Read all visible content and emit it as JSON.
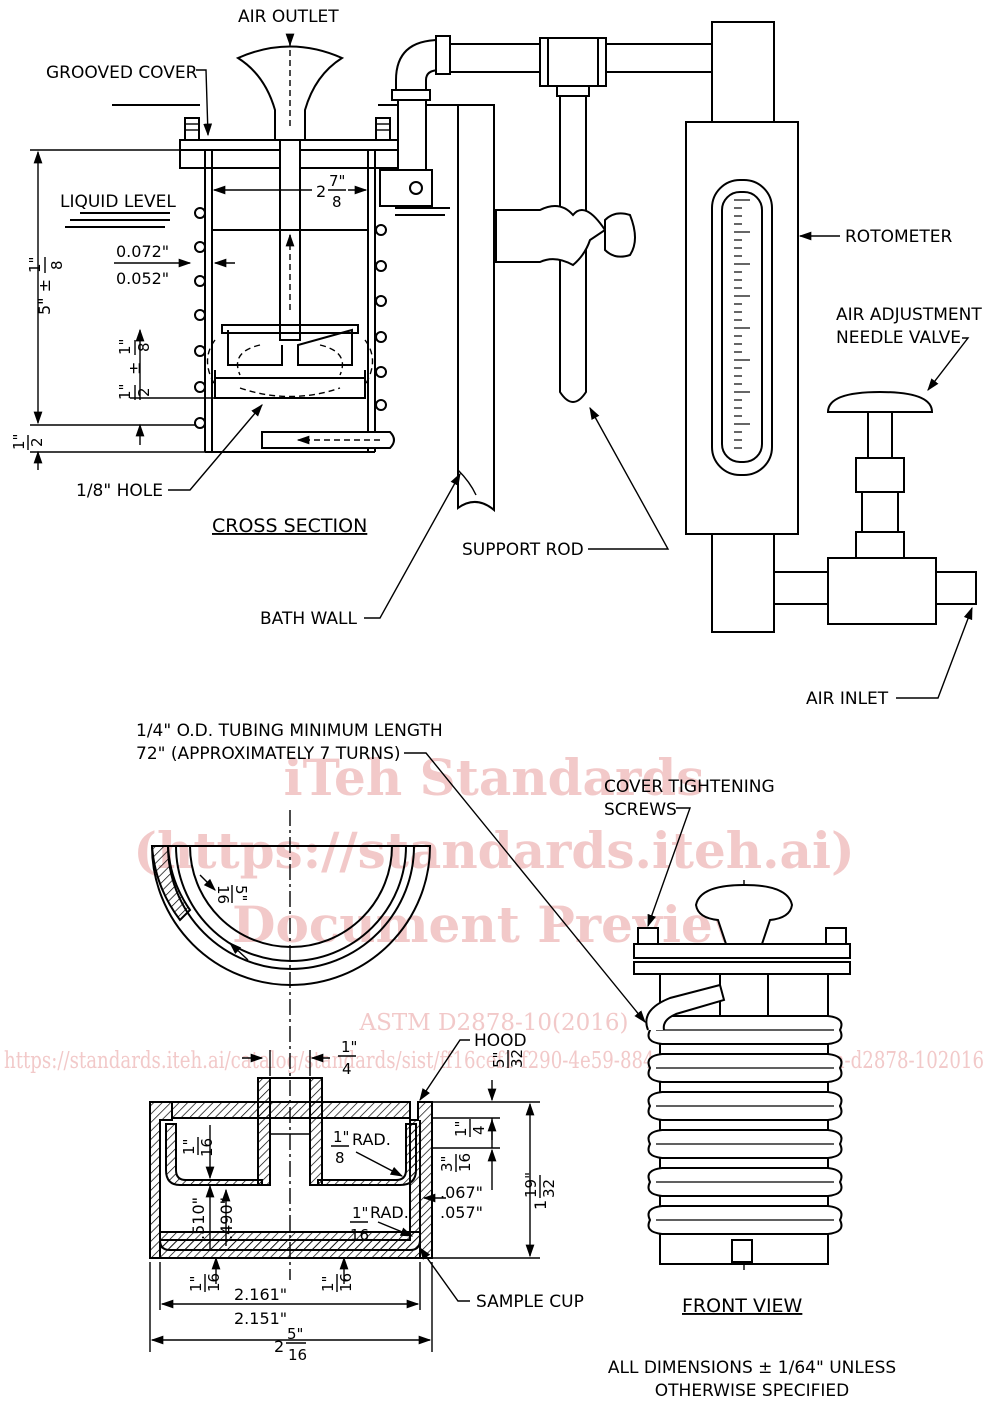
{
  "cross_section": {
    "title": "CROSS SECTION",
    "labels": {
      "air_outlet": "AIR OUTLET",
      "grooved_cover": "GROOVED COVER",
      "liquid_level": "LIQUID LEVEL",
      "hole": "1/8\" HOLE",
      "support_rod": "SUPPORT ROD",
      "bath_wall": "BATH WALL",
      "rotometer": "ROTOMETER",
      "needle_valve_1": "AIR ADJUSTMENT",
      "needle_valve_2": "NEEDLE VALVE",
      "air_inlet": "AIR INLET"
    },
    "dims": {
      "d072": "0.072\"",
      "d052": "0.052\"",
      "w_whole": "2",
      "w_num": "7\"",
      "w_den": "8",
      "h5_main": "5\" ±",
      "h5_num": "1\"",
      "h5_den": "8",
      "h_half_main": "1\"",
      "h_half_den": "2",
      "h_half_pm": "±",
      "h_half_tol_num": "1\"",
      "h_half_tol_den": "8",
      "h_bot_num": "1\"",
      "h_bot_den": "2"
    }
  },
  "lower": {
    "tubing_1": "1/4\" O.D. TUBING MINIMUM LENGTH",
    "tubing_2": "72\" (APPROXIMATELY 7 TURNS)",
    "cover_screws_1": "COVER TIGHTENING",
    "cover_screws_2": "SCREWS",
    "hood": "HOOD",
    "sample_cup": "SAMPLE CUP",
    "front_view": "FRONT VIEW",
    "note_1": "ALL DIMENSIONS ± 1/64\" UNLESS",
    "note_2": "OTHERWISE SPECIFIED",
    "dims": {
      "bowl_num": "5\"",
      "bowl_den": "16",
      "tube_num": "1\"",
      "tube_den": "4",
      "hood_num": "5\"",
      "hood_den": "32",
      "wall_num": "1\"",
      "wall_den": "16",
      "rad_num": "1\"",
      "rad_den": "8",
      "rad": "RAD.",
      "h14_num": "1\"",
      "h14_den": "4",
      "h316_num": "3\"",
      "h316_den": "16",
      "h1932_whole": "1",
      "h1932_num": "19\"",
      "h1932_den": "32",
      "d510": ".510\"",
      "d490": ".490\"",
      "d067": ".067\"",
      "d057": ".057\"",
      "bot_rad_num": "1\"",
      "bot_rad_den": "16",
      "bot_rad": "RAD.",
      "b_left_num": "1\"",
      "b_left_den": "16",
      "b_right_num": "1\"",
      "b_right_den": "16",
      "d2161": "2.161\"",
      "d2151": "2.151\"",
      "d_total_whole": "2",
      "d_total_num": "5\"",
      "d_total_den": "16"
    }
  },
  "watermark": {
    "line1": "iTeh Standards",
    "line2": "(https://standards.iteh.ai)",
    "line3": "Document Preview",
    "line4": "ASTM D2878-10(2016)",
    "line5": "https://standards.iteh.ai/catalog/standards/sist/ff16cef1-f290-4e59-8844-ffaa6fa00825/astm-d2878-102016"
  }
}
